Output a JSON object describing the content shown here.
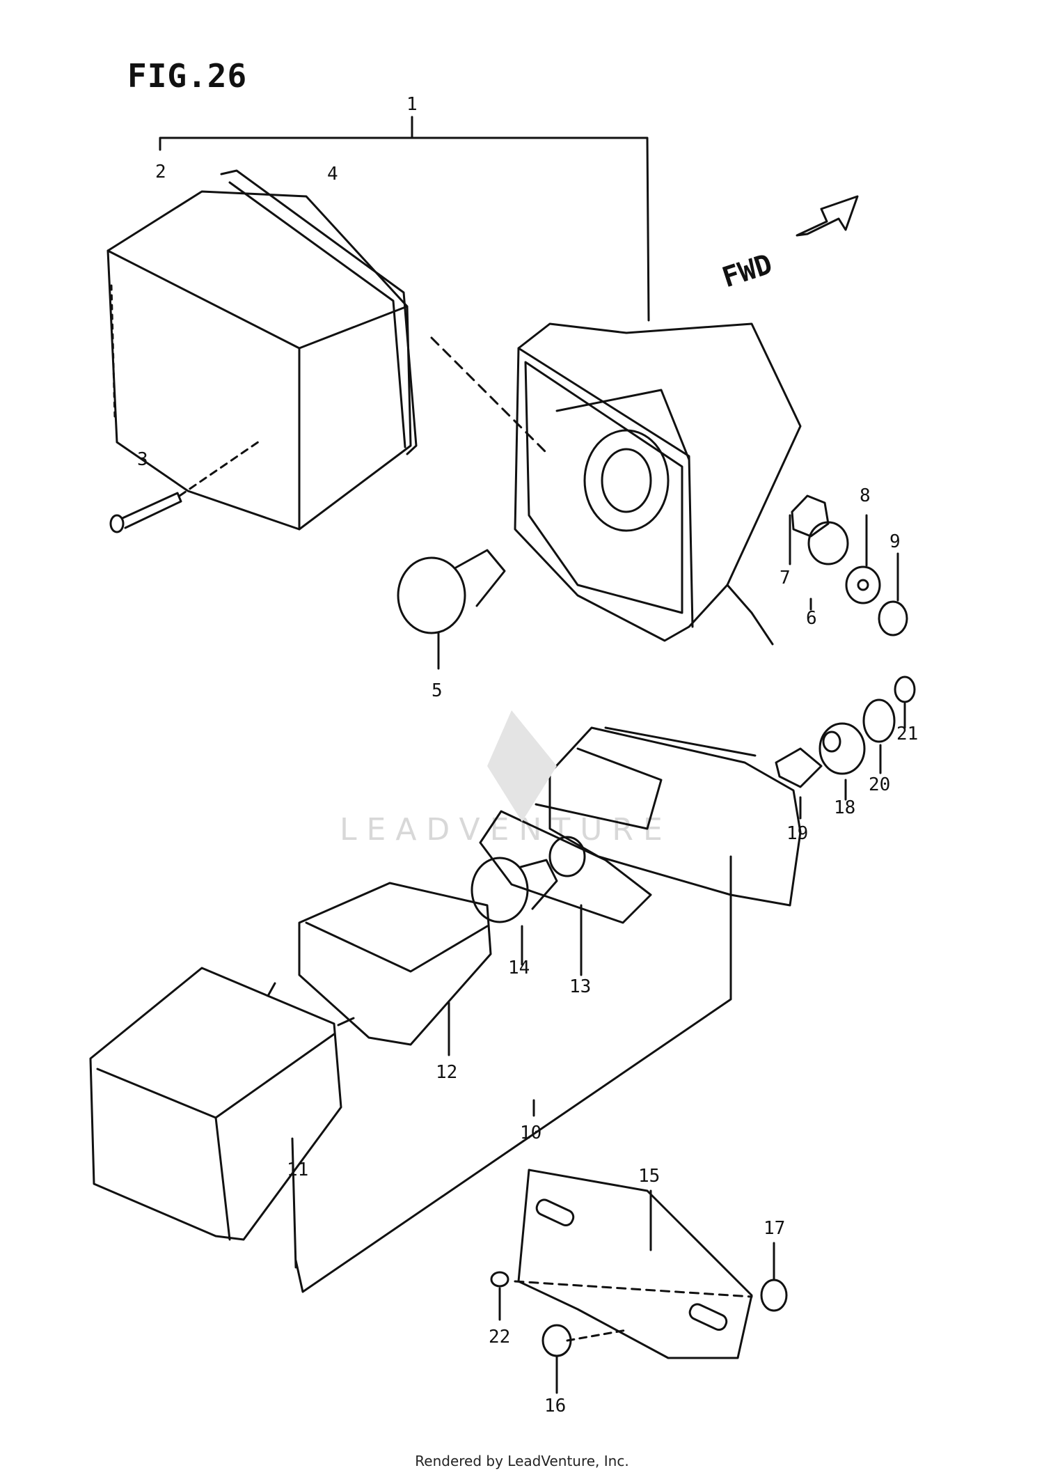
{
  "figure": {
    "title": "FIG.26",
    "fwd_label": "FWD"
  },
  "watermark": {
    "text": "LEADVENTURE"
  },
  "footer": {
    "credit": "Rendered by LeadVenture, Inc."
  },
  "callouts": [
    {
      "id": "c1",
      "label": "1"
    },
    {
      "id": "c2",
      "label": "2"
    },
    {
      "id": "c3",
      "label": "3"
    },
    {
      "id": "c4",
      "label": "4"
    },
    {
      "id": "c5",
      "label": "5"
    },
    {
      "id": "c6",
      "label": "6"
    },
    {
      "id": "c7",
      "label": "7"
    },
    {
      "id": "c8",
      "label": "8"
    },
    {
      "id": "c9",
      "label": "9"
    },
    {
      "id": "c10",
      "label": "10"
    },
    {
      "id": "c11",
      "label": "11"
    },
    {
      "id": "c12",
      "label": "12"
    },
    {
      "id": "c13",
      "label": "13"
    },
    {
      "id": "c14",
      "label": "14"
    },
    {
      "id": "c15",
      "label": "15"
    },
    {
      "id": "c16",
      "label": "16"
    },
    {
      "id": "c17",
      "label": "17"
    },
    {
      "id": "c18",
      "label": "18"
    },
    {
      "id": "c19",
      "label": "19"
    },
    {
      "id": "c20",
      "label": "20"
    },
    {
      "id": "c21",
      "label": "21"
    },
    {
      "id": "c22",
      "label": "22"
    }
  ]
}
